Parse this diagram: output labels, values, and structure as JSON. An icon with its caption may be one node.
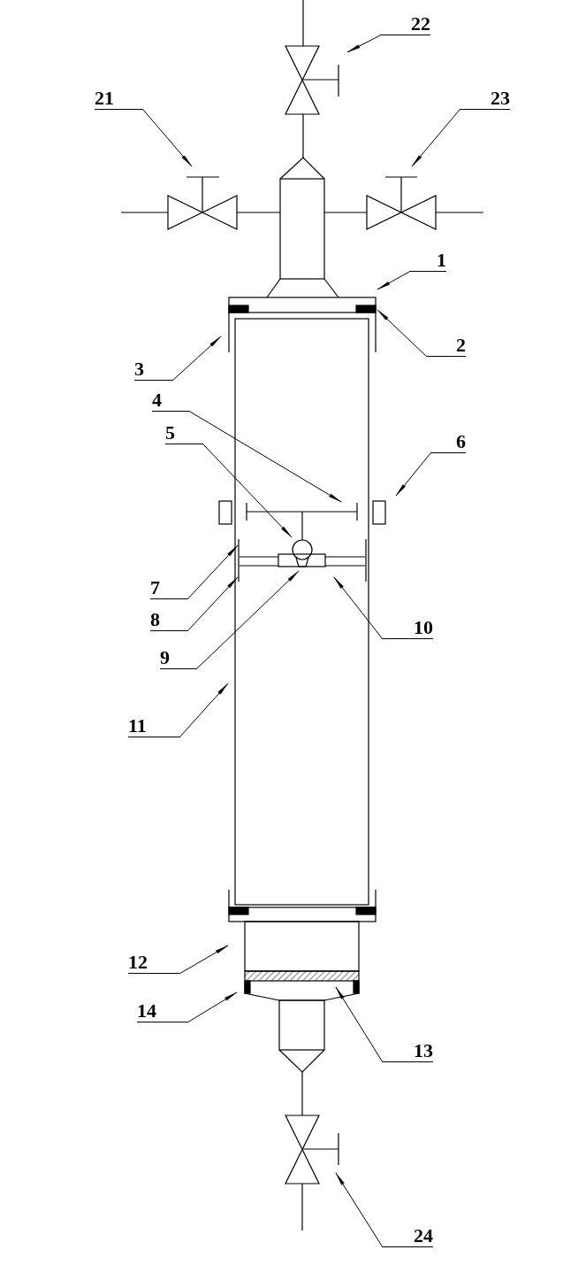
{
  "diagram": {
    "nodes": [
      {
        "text": [
          "22"
        ]
      },
      {
        "text": [
          "21"
        ]
      },
      {
        "text": [
          "23"
        ]
      },
      {
        "text": [
          "1"
        ]
      },
      {
        "text": [
          "2"
        ]
      },
      {
        "text": [
          "3"
        ]
      },
      {
        "text": [
          "4"
        ]
      },
      {
        "text": [
          "5"
        ]
      },
      {
        "text": [
          "6"
        ]
      },
      {
        "text": [
          "7"
        ]
      },
      {
        "text": [
          "8"
        ]
      },
      {
        "text": [
          "9"
        ]
      },
      {
        "text": [
          "10"
        ]
      },
      {
        "text": [
          "11"
        ]
      },
      {
        "text": [
          "12"
        ]
      },
      {
        "text": [
          "14"
        ]
      },
      {
        "text": [
          "13"
        ]
      },
      {
        "text": [
          "24"
        ]
      }
    ],
    "edges": [
      {
        "from": 0,
        "to": null,
        "arrow": "to"
      },
      {
        "from": 1,
        "to": null,
        "arrow": "to"
      },
      {
        "from": 2,
        "to": null,
        "arrow": "to"
      },
      {
        "from": 3,
        "to": null,
        "arrow": "to"
      },
      {
        "from": 4,
        "to": null,
        "arrow": "to"
      },
      {
        "from": 5,
        "to": null,
        "arrow": "to"
      },
      {
        "from": 6,
        "to": null,
        "arrow": "to"
      },
      {
        "from": 7,
        "to": null,
        "arrow": "to"
      },
      {
        "from": 8,
        "to": null,
        "arrow": "to"
      },
      {
        "from": 9,
        "to": null,
        "arrow": "to"
      },
      {
        "from": 10,
        "to": null,
        "arrow": "to"
      },
      {
        "from": 11,
        "to": null,
        "arrow": "to"
      },
      {
        "from": 12,
        "to": null,
        "arrow": "to"
      },
      {
        "from": 13,
        "to": null,
        "arrow": "to"
      },
      {
        "from": 14,
        "to": null,
        "arrow": "to"
      },
      {
        "from": 15,
        "to": null,
        "arrow": "to"
      },
      {
        "from": 16,
        "to": null,
        "arrow": "to"
      },
      {
        "from": 17,
        "to": null,
        "arrow": "to"
      }
    ]
  }
}
